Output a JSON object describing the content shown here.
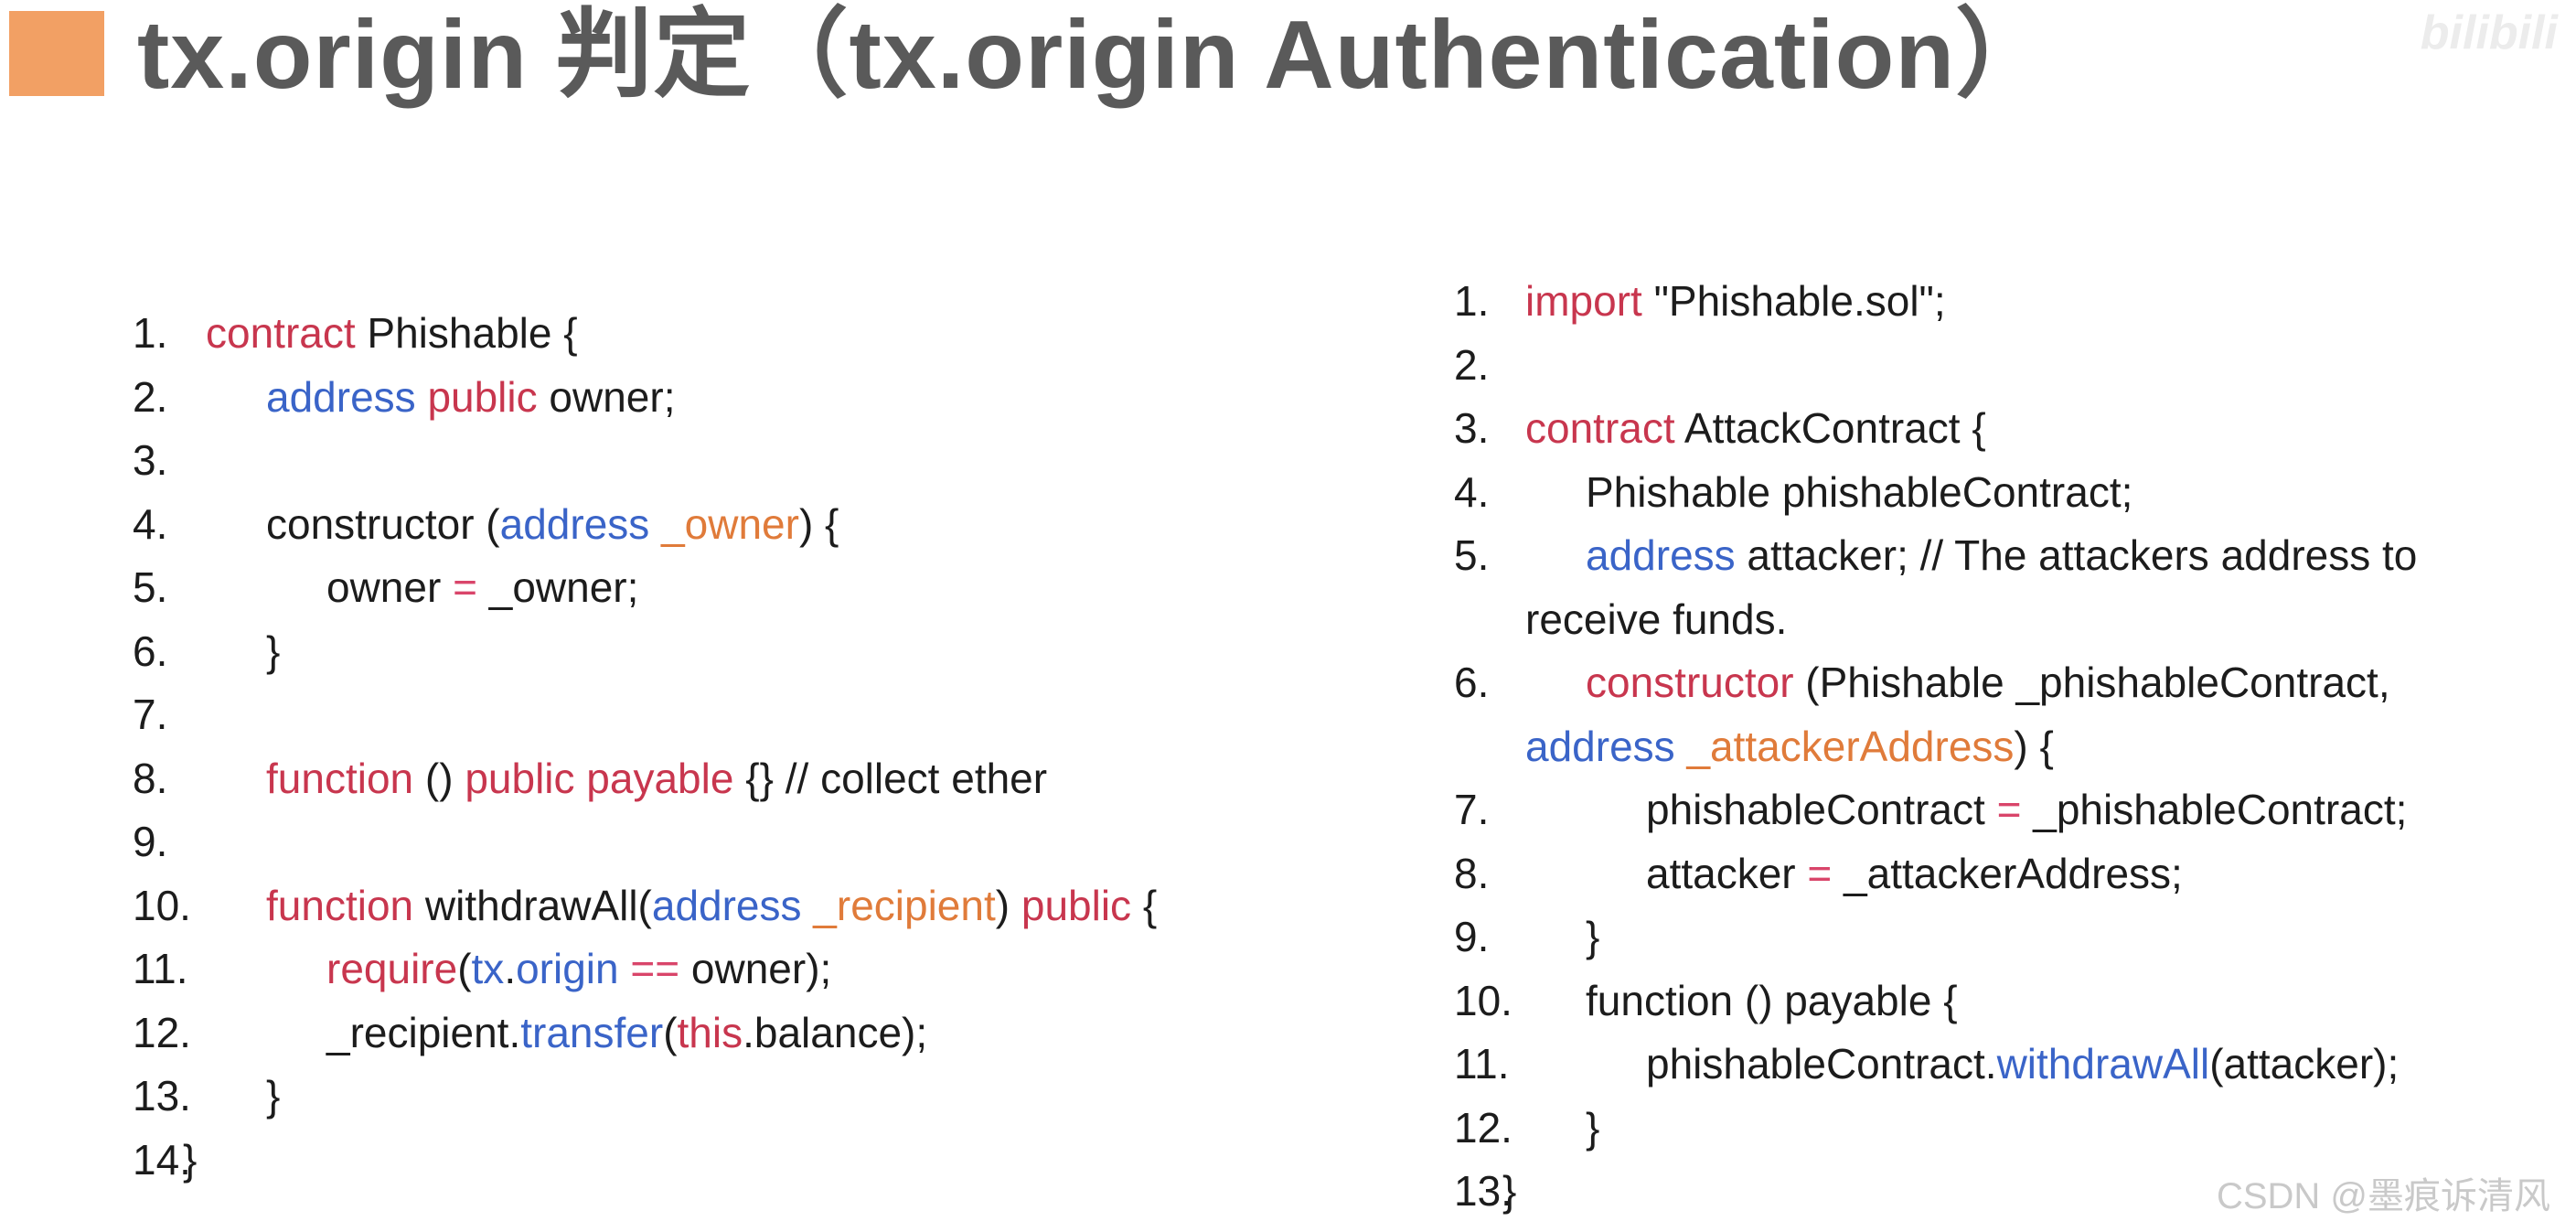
{
  "title": "tx.origin 判定（tx.origin Authentication）",
  "watermark_top": "bilibili",
  "footer_watermark": "CSDN @墨痕诉清风",
  "colors": {
    "accent_square": "#f2a064",
    "keyword": "#c8364e",
    "type": "#3a64c8",
    "param": "#e07b3a"
  },
  "left_code": {
    "lines": [
      {
        "n": "1.",
        "indent": 0,
        "segs": [
          {
            "t": "contract",
            "c": "kw"
          },
          {
            "t": " Phishable {",
            "c": ""
          }
        ]
      },
      {
        "n": "2.",
        "indent": 1,
        "segs": [
          {
            "t": "address",
            "c": "ty"
          },
          {
            "t": " ",
            "c": ""
          },
          {
            "t": "public",
            "c": "kw"
          },
          {
            "t": " owner;",
            "c": ""
          }
        ]
      },
      {
        "n": "3.",
        "indent": 0,
        "segs": []
      },
      {
        "n": "4.",
        "indent": 1,
        "segs": [
          {
            "t": "constructor (",
            "c": ""
          },
          {
            "t": "address",
            "c": "ty"
          },
          {
            "t": " ",
            "c": ""
          },
          {
            "t": "_owner",
            "c": "pr"
          },
          {
            "t": ") {",
            "c": ""
          }
        ]
      },
      {
        "n": "5.",
        "indent": 2,
        "segs": [
          {
            "t": "owner ",
            "c": ""
          },
          {
            "t": "=",
            "c": "op"
          },
          {
            "t": " _owner;",
            "c": ""
          }
        ]
      },
      {
        "n": "6.",
        "indent": 1,
        "segs": [
          {
            "t": "}",
            "c": ""
          }
        ]
      },
      {
        "n": "7.",
        "indent": 0,
        "segs": []
      },
      {
        "n": "8.",
        "indent": 1,
        "segs": [
          {
            "t": "function",
            "c": "kw"
          },
          {
            "t": " () ",
            "c": ""
          },
          {
            "t": "public payable",
            "c": "kw"
          },
          {
            "t": " {} // collect ether",
            "c": ""
          }
        ]
      },
      {
        "n": "9.",
        "indent": 0,
        "segs": []
      },
      {
        "n": "10.",
        "indent": 1,
        "segs": [
          {
            "t": "function",
            "c": "kw"
          },
          {
            "t": " withdrawAll(",
            "c": ""
          },
          {
            "t": "address",
            "c": "ty"
          },
          {
            "t": " ",
            "c": ""
          },
          {
            "t": "_recipient",
            "c": "pr"
          },
          {
            "t": ") ",
            "c": ""
          },
          {
            "t": "public",
            "c": "kw"
          },
          {
            "t": " {",
            "c": ""
          }
        ]
      },
      {
        "n": "11.",
        "indent": 2,
        "segs": [
          {
            "t": "require",
            "c": "kw"
          },
          {
            "t": "(",
            "c": ""
          },
          {
            "t": "tx",
            "c": "ty"
          },
          {
            "t": ".",
            "c": ""
          },
          {
            "t": "origin",
            "c": "ty"
          },
          {
            "t": " ",
            "c": ""
          },
          {
            "t": "==",
            "c": "op"
          },
          {
            "t": " owner);",
            "c": ""
          }
        ]
      },
      {
        "n": "12.",
        "indent": 2,
        "segs": [
          {
            "t": "_recipient.",
            "c": ""
          },
          {
            "t": "transfer",
            "c": "ty"
          },
          {
            "t": "(",
            "c": ""
          },
          {
            "t": "this",
            "c": "kw"
          },
          {
            "t": ".balance);",
            "c": ""
          }
        ]
      },
      {
        "n": "13.",
        "indent": 1,
        "segs": [
          {
            "t": "}",
            "c": ""
          }
        ]
      },
      {
        "n": "14.",
        "indent": -1,
        "segs": [
          {
            "t": "}",
            "c": ""
          }
        ]
      }
    ]
  },
  "right_code": {
    "lines": [
      {
        "n": "1.",
        "indent": 0,
        "segs": [
          {
            "t": "import",
            "c": "kw"
          },
          {
            "t": " \"Phishable.sol\";",
            "c": ""
          }
        ]
      },
      {
        "n": "2.",
        "indent": 0,
        "segs": []
      },
      {
        "n": "3.",
        "indent": 0,
        "segs": [
          {
            "t": "contract",
            "c": "kw"
          },
          {
            "t": " AttackContract {",
            "c": ""
          }
        ]
      },
      {
        "n": "4.",
        "indent": 1,
        "segs": [
          {
            "t": "Phishable phishableContract;",
            "c": ""
          }
        ]
      },
      {
        "n": "5.",
        "indent": 1,
        "segs": [
          {
            "t": "address",
            "c": "ty"
          },
          {
            "t": " attacker; // The attackers address to",
            "c": ""
          }
        ]
      },
      {
        "n": "",
        "indent": 0,
        "segs": [
          {
            "t": "receive funds.",
            "c": ""
          }
        ]
      },
      {
        "n": "6.",
        "indent": 1,
        "segs": [
          {
            "t": "constructor",
            "c": "kw"
          },
          {
            "t": " (Phishable _phishableContract,",
            "c": ""
          }
        ]
      },
      {
        "n": "",
        "indent": 0,
        "segs": [
          {
            "t": "address",
            "c": "ty"
          },
          {
            "t": " ",
            "c": ""
          },
          {
            "t": "_attackerAddress",
            "c": "pr"
          },
          {
            "t": ") {",
            "c": ""
          }
        ]
      },
      {
        "n": "7.",
        "indent": 2,
        "segs": [
          {
            "t": "phishableContract ",
            "c": ""
          },
          {
            "t": "=",
            "c": "op"
          },
          {
            "t": " _phishableContract;",
            "c": ""
          }
        ]
      },
      {
        "n": "8.",
        "indent": 2,
        "segs": [
          {
            "t": "attacker ",
            "c": ""
          },
          {
            "t": "=",
            "c": "op"
          },
          {
            "t": " _attackerAddress;",
            "c": ""
          }
        ]
      },
      {
        "n": "9.",
        "indent": 1,
        "segs": [
          {
            "t": "}",
            "c": ""
          }
        ]
      },
      {
        "n": "10.",
        "indent": 1,
        "segs": [
          {
            "t": "function () payable {",
            "c": ""
          }
        ]
      },
      {
        "n": "11.",
        "indent": 2,
        "segs": [
          {
            "t": "phishableContract.",
            "c": ""
          },
          {
            "t": "withdrawAll",
            "c": "ty"
          },
          {
            "t": "(attacker);",
            "c": ""
          }
        ]
      },
      {
        "n": "12.",
        "indent": 1,
        "segs": [
          {
            "t": "}",
            "c": ""
          }
        ]
      },
      {
        "n": "13.",
        "indent": -1,
        "segs": [
          {
            "t": "}",
            "c": ""
          }
        ]
      }
    ]
  }
}
